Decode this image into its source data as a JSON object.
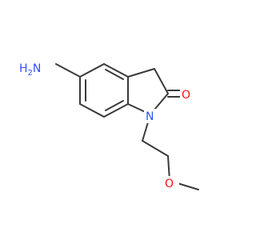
{
  "molecule": {
    "atoms": {
      "amine_n": "N",
      "amine_h": "H",
      "amine_sub": "2",
      "ring_n": "N",
      "carbonyl_o": "O",
      "ether_o": "O"
    },
    "colors": {
      "bond": "#3a3a3a",
      "nitrogen": "#3050f8",
      "oxygen": "#ff0d0d"
    }
  }
}
